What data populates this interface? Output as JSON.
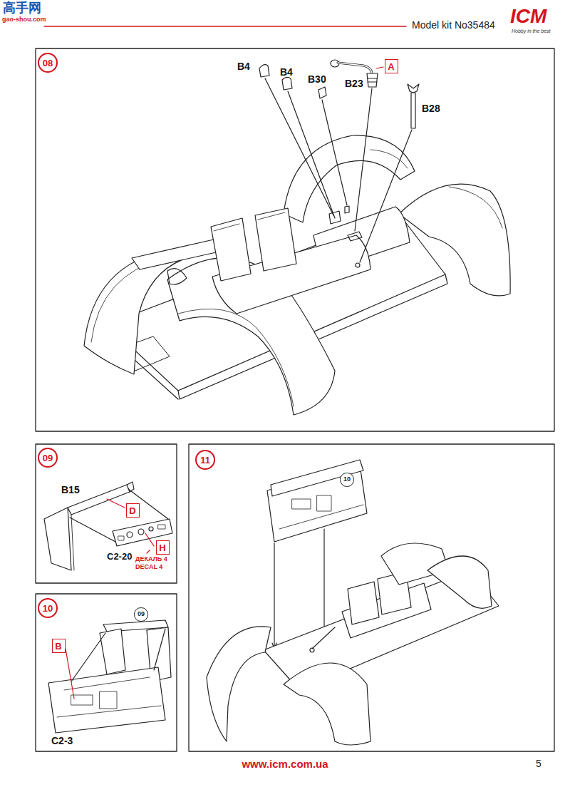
{
  "diagram": {
    "nodes": [
      {
        "text": [
          "08"
        ]
      },
      {
        "text": [
          "A"
        ]
      },
      {
        "text": [
          "09"
        ]
      },
      {
        "text": [
          "D"
        ]
      },
      {
        "text": [
          "H"
        ]
      },
      {
        "text": [
          "11"
        ]
      },
      {
        "text": [
          "10"
        ]
      },
      {
        "text": [
          "10"
        ]
      },
      {
        "text": [
          "09"
        ]
      },
      {
        "text": [
          "B"
        ]
      }
    ],
    "labels": [
      "高手网",
      "gao-shou.com",
      "Model kit No35484",
      "ICM",
      "Hobby in the best",
      "B4",
      "B4",
      "B30",
      "B23",
      "B28",
      "B15",
      "C2-20",
      "ДЕКАЛЬ 4",
      "DECAL 4",
      "C2-3",
      "www.icm.com.ua",
      "5"
    ]
  }
}
